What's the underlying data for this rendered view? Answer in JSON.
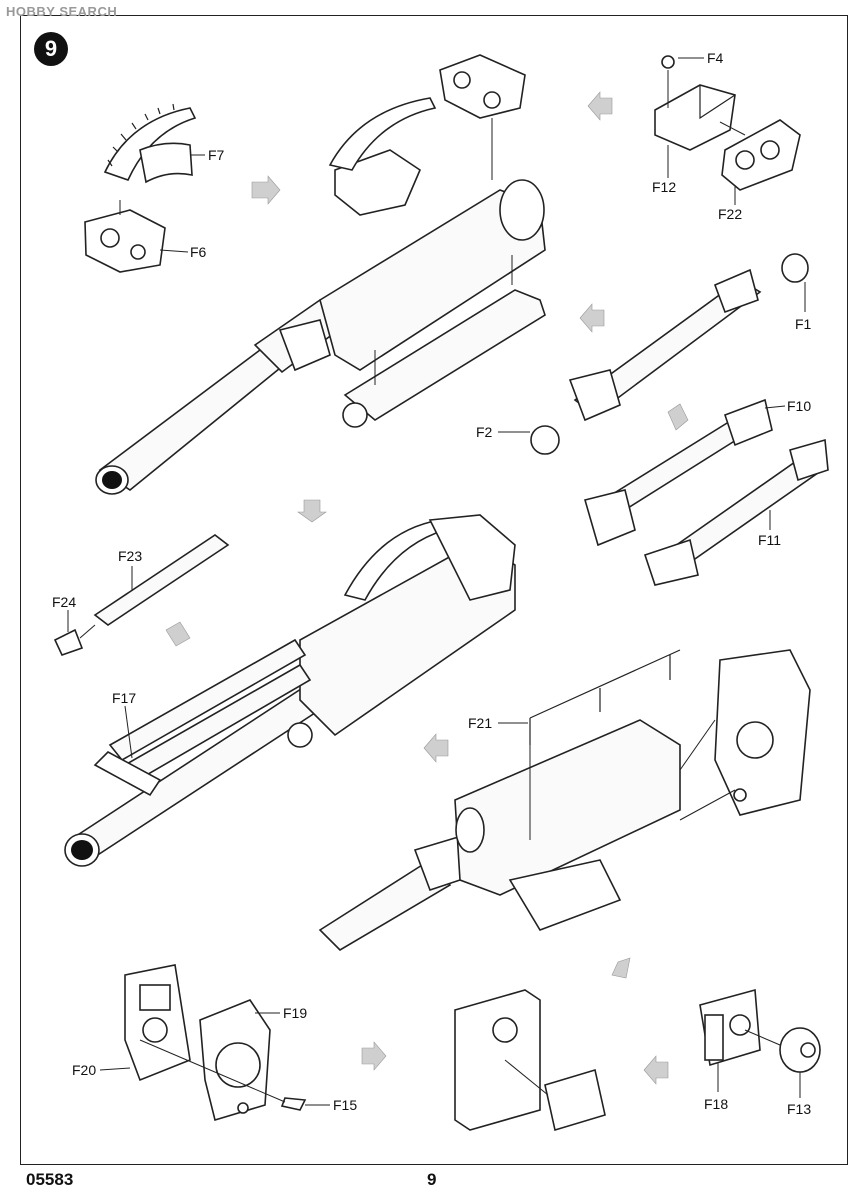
{
  "watermark": "HOBBY SEARCH",
  "step_number": "9",
  "footer": {
    "catalog": "05583",
    "page": "9"
  },
  "parts": {
    "f1": "F1",
    "f2": "F2",
    "f4": "F4",
    "f6": "F6",
    "f7": "F7",
    "f10": "F10",
    "f11": "F11",
    "f12": "F12",
    "f13": "F13",
    "f15": "F15",
    "f17": "F17",
    "f18": "F18",
    "f19": "F19",
    "f20": "F20",
    "f21": "F21",
    "f22": "F22",
    "f23": "F23",
    "f24": "F24"
  }
}
